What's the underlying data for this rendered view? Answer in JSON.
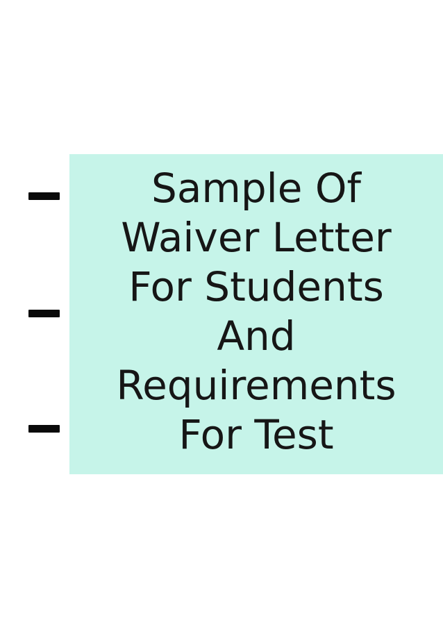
{
  "document": {
    "title": {
      "full_text": "Sample Of Waiver Letter For Students And Requirements For Test",
      "lines": [
        "Sample Of",
        "Waiver Letter",
        "For Students",
        "And",
        "Requirements",
        "For Test"
      ]
    },
    "decorations": {
      "dash_marks_count": 3
    }
  },
  "colors": {
    "page_background": "#ffffff",
    "panel_background": "#c6f4e9",
    "title_text": "#161616",
    "dash": "#0a0a0a"
  }
}
